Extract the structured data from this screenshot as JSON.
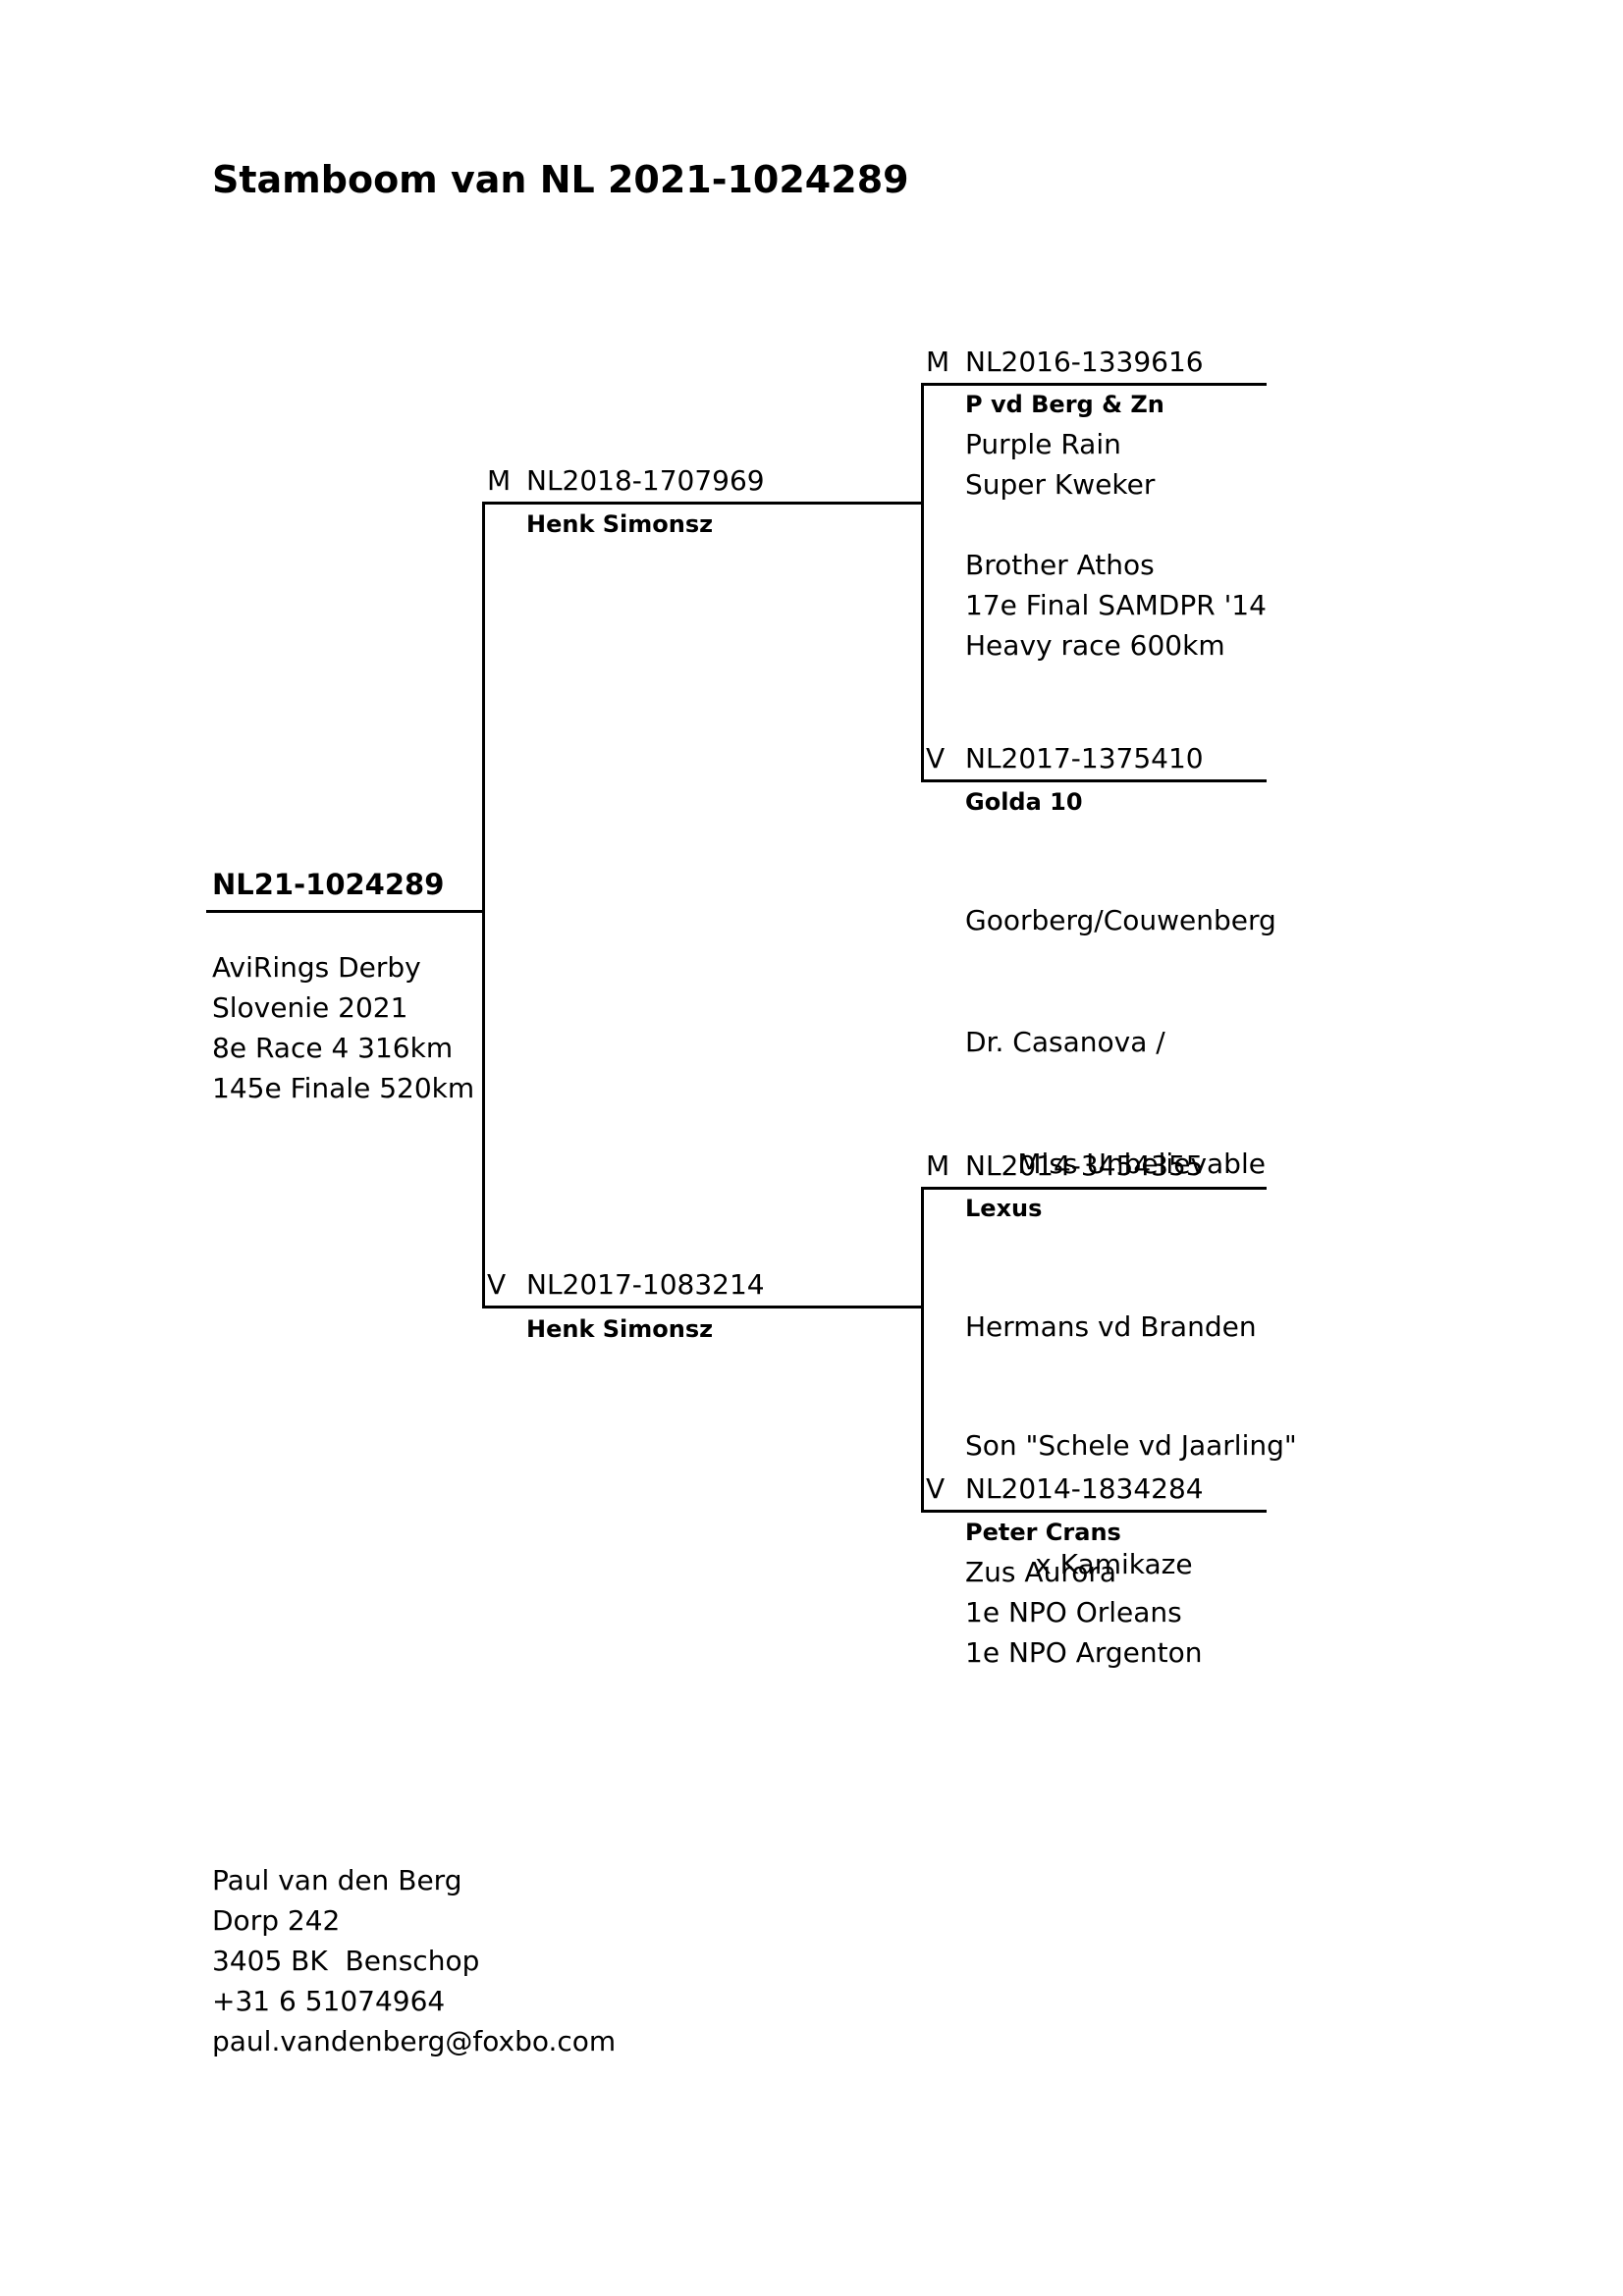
{
  "title": "Stamboom van NL 2021-1024289",
  "subject": {
    "ring": "NL21-1024289",
    "lines": [
      "AviRings Derby",
      "Slovenie 2021",
      "8e Race 4 316km",
      "145e Finale 520km"
    ]
  },
  "sire": {
    "sex": "M",
    "ring": "NL2018-1707969",
    "breeder": "Henk Simonsz"
  },
  "dam": {
    "sex": "V",
    "ring": "NL2017-1083214",
    "breeder": "Henk Simonsz"
  },
  "sire_sire": {
    "sex": "M",
    "ring": "NL2016-1339616",
    "breeder": "P vd Berg & Zn",
    "lines": [
      "Purple Rain",
      "Super Kweker",
      "",
      "Brother Athos",
      "17e Final SAMDPR '14",
      "Heavy race 600km"
    ]
  },
  "sire_dam": {
    "sex": "V",
    "ring": "NL2017-1375410",
    "breeder": "Golda 10",
    "lines": [
      "Goorberg/Couwenberg",
      "Dr. Casanova /",
      "      Miss Unbelievable"
    ]
  },
  "dam_sire": {
    "sex": "M",
    "ring": "NL2014-3454355",
    "breeder": "Lexus",
    "lines": [
      "Hermans vd Branden",
      "Son \"Schele vd Jaarling\"",
      "        x Kamikaze"
    ]
  },
  "dam_dam": {
    "sex": "V",
    "ring": "NL2014-1834284",
    "breeder": "Peter Crans",
    "lines": [
      "Zus Aurora",
      "1e NPO Orleans",
      "1e NPO Argenton"
    ]
  },
  "owner": {
    "lines": [
      "Paul van den Berg",
      "Dorp 242",
      "3405 BK  Benschop",
      "+31 6 51074964",
      "paul.vandenberg@foxbo.com"
    ]
  }
}
